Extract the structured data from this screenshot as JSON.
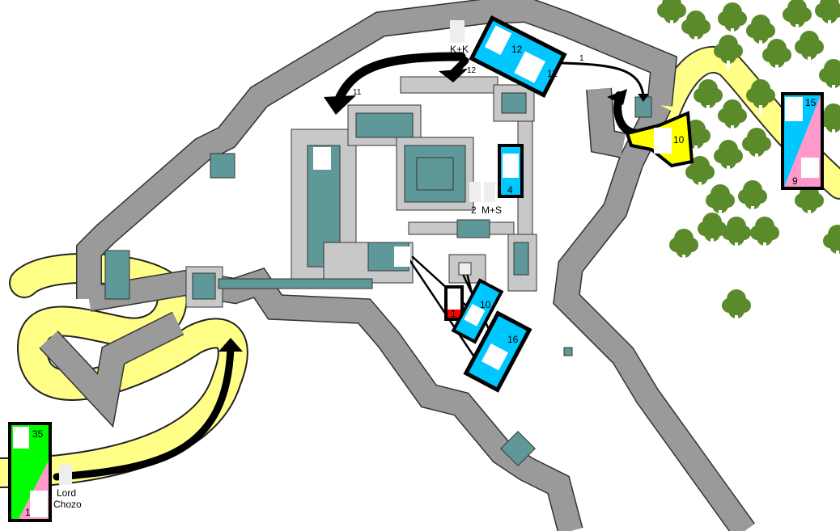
{
  "colors": {
    "wall": "#9a9a9a",
    "wall_light": "#c8c8c8",
    "building": "#5f9898",
    "road": "#ffff88",
    "tree": "#5b8a2a",
    "attacker_blue": "#00c8ff",
    "defender_green": "#00ff00",
    "pink": "#ff99cc",
    "yellow_unit": "#ffff00",
    "red": "#ff0000"
  },
  "units": {
    "top_blue": {
      "count_a": "12",
      "count_b": "12"
    },
    "yellow_gate": {
      "count": "10"
    },
    "right_forest": {
      "count_top": "15",
      "count_bottom": "9"
    },
    "keep_east": {
      "count": "4"
    },
    "red_small": {
      "count": "1"
    },
    "blue_10": {
      "count": "10"
    },
    "blue_16": {
      "count": "16"
    },
    "left_green": {
      "count_top": "35",
      "count_bottom": "1"
    }
  },
  "labels": {
    "kk": "K+K",
    "ms": "M+S",
    "two": "2",
    "lord": "Lord",
    "chozo": "Chozo",
    "arrow_11": "11",
    "arrow_12": "12",
    "arrow_1": "1"
  }
}
